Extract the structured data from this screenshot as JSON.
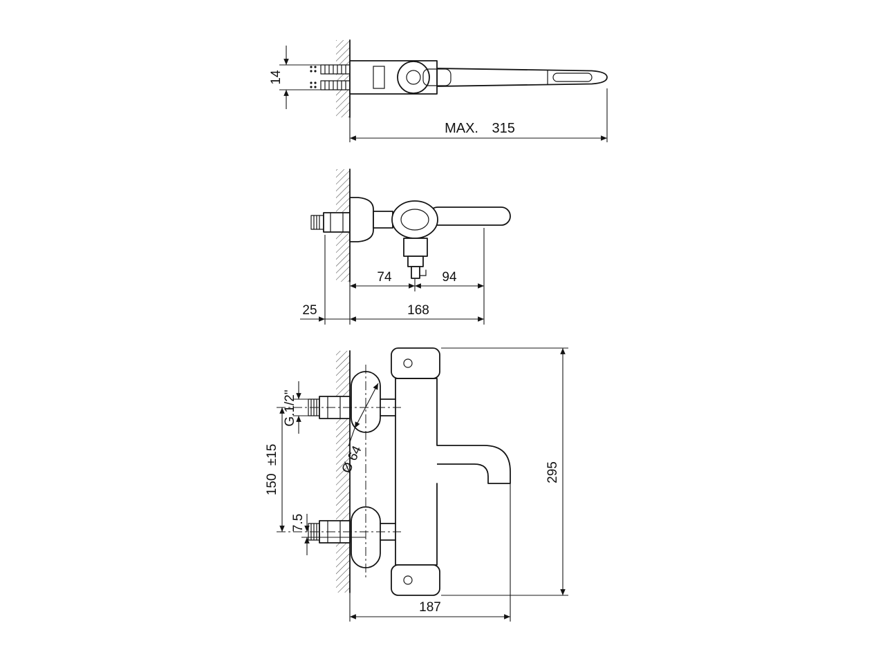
{
  "drawing": {
    "background": "#ffffff",
    "line_color": "#141414",
    "views": {
      "top": {
        "dims": {
          "depth": "14",
          "max_reach": "MAX. 315"
        }
      },
      "side": {
        "dims": {
          "wall_to_diverter": "74",
          "diverter_to_outlet": "94",
          "total_depth": "168",
          "union_protrusion": "25"
        }
      },
      "front": {
        "dims": {
          "thread": "G.1/2\"",
          "inlet_centers": "150 ±15",
          "center_offset": "7.5",
          "escutcheon_diameter": "Ø 64",
          "height": "295",
          "wall_to_spout": "187"
        }
      }
    }
  }
}
